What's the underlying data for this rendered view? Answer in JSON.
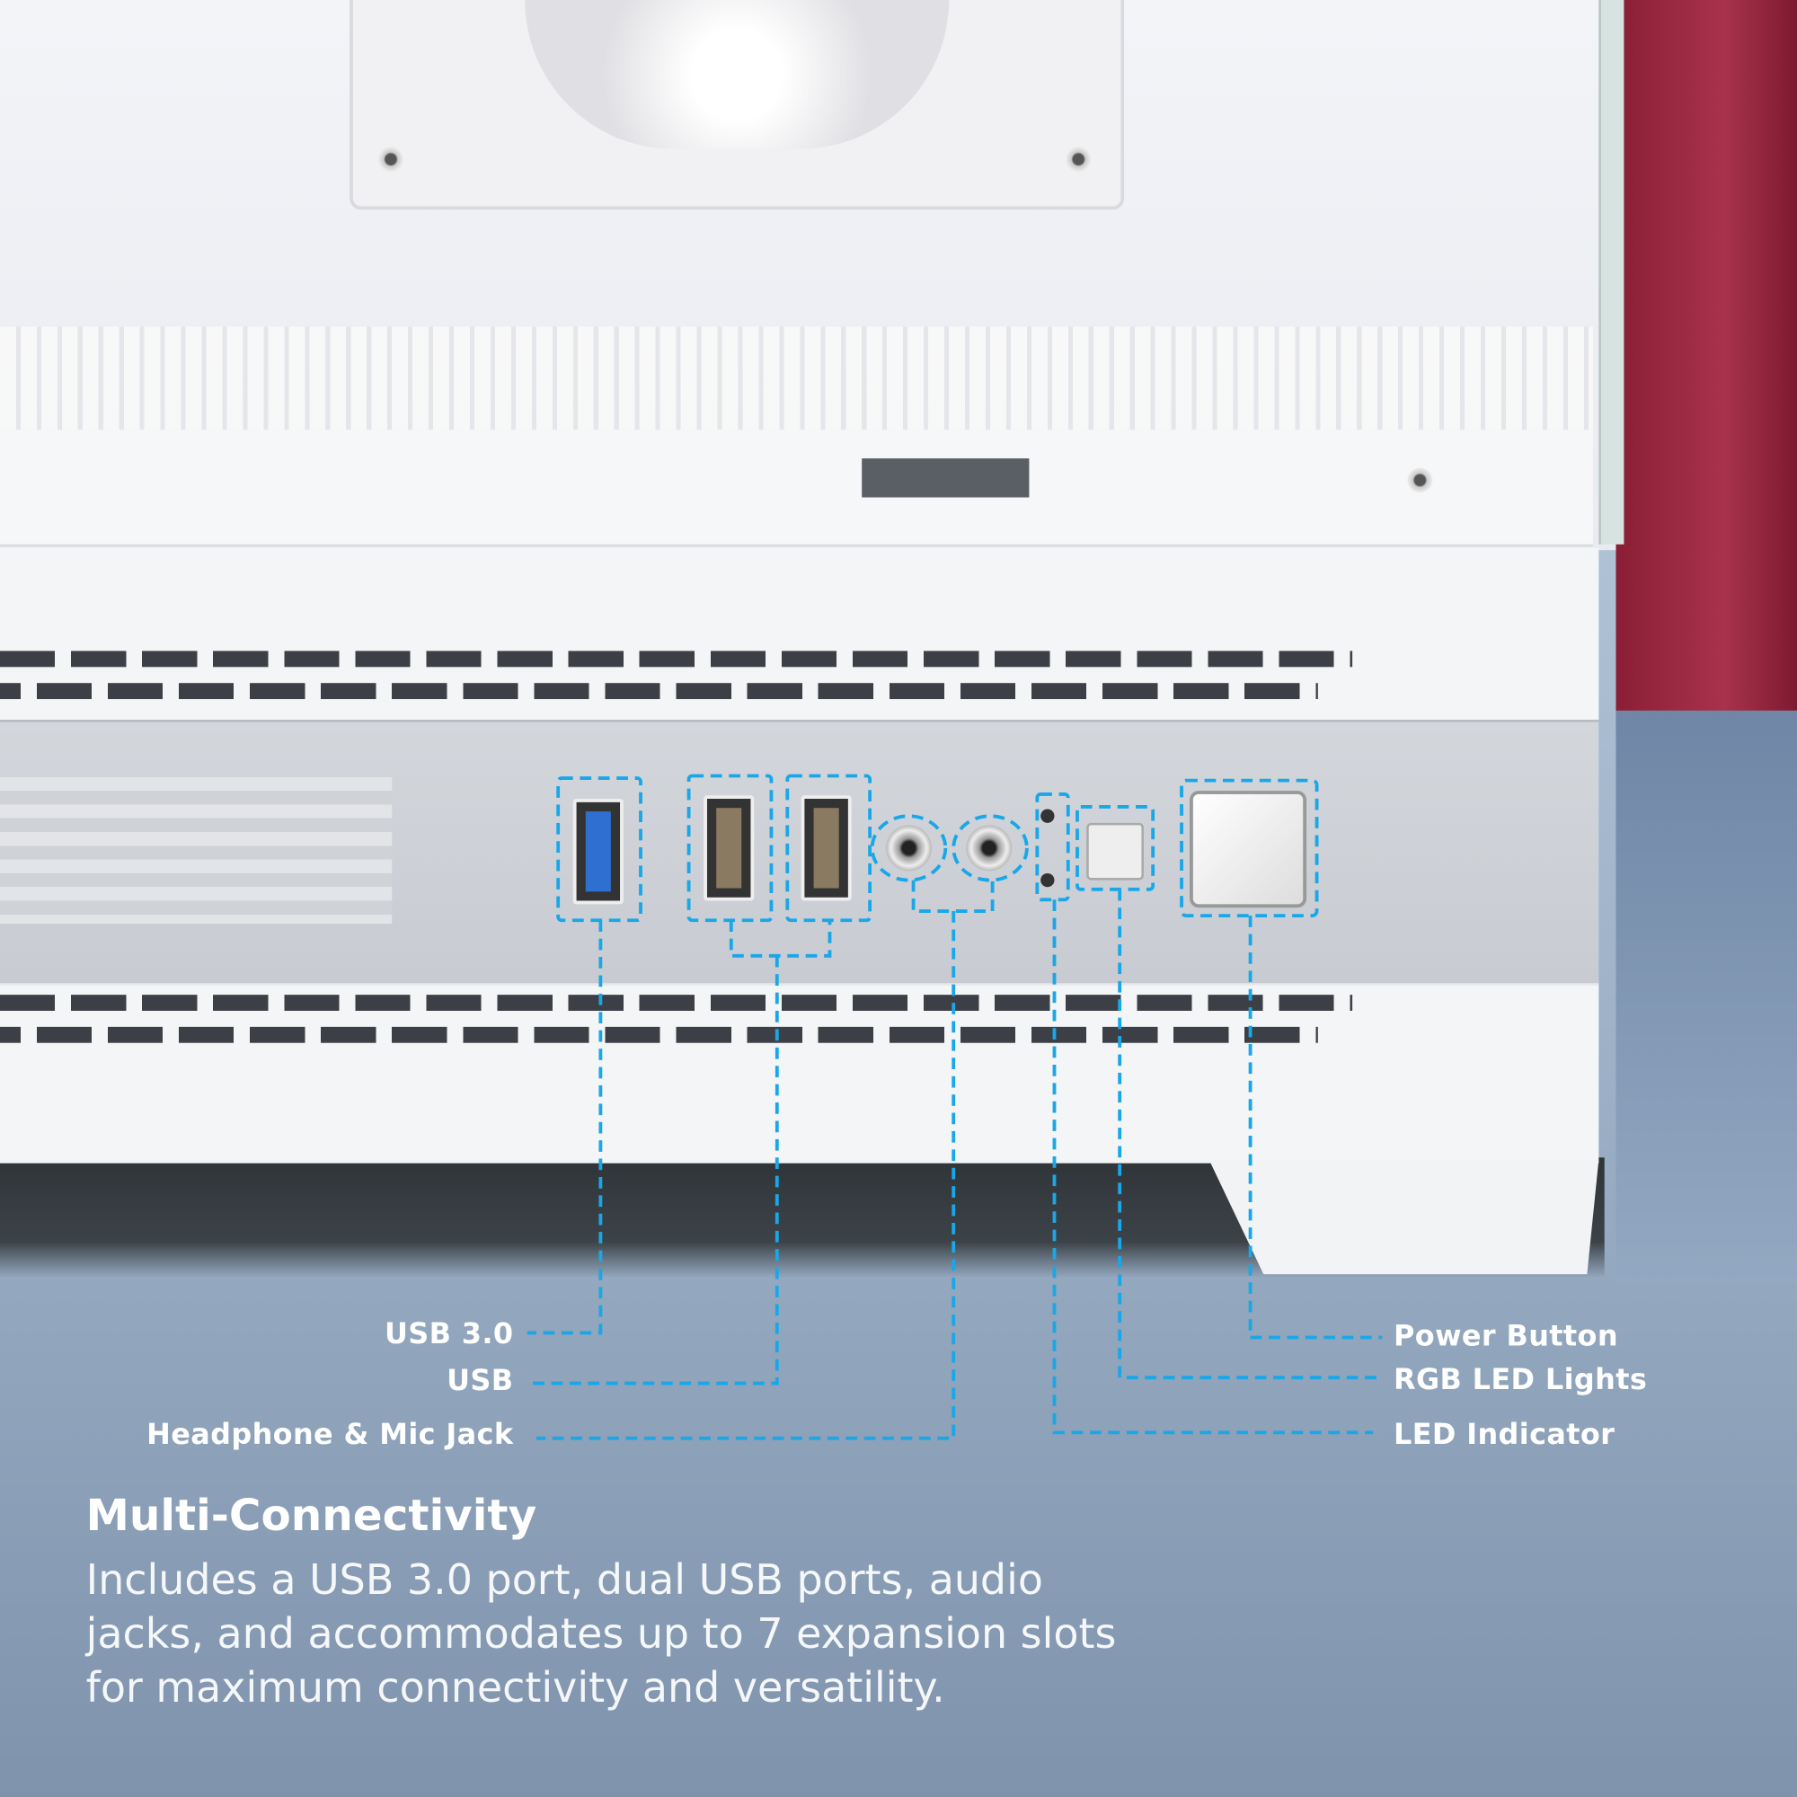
{
  "labels_left": {
    "usb3": "USB 3.0",
    "usb": "USB",
    "audio": "Headphone & Mic Jack"
  },
  "labels_right": {
    "power": "Power Button",
    "rgb": "RGB LED Lights",
    "led": "LED Indicator"
  },
  "feature": {
    "heading": "Multi-Connectivity",
    "body": "Includes a USB 3.0 port, dual USB ports, audio jacks, and accommodates up to 7 expansion slots for maximum connectivity and versatility."
  },
  "colors": {
    "callout": "#1aa7e8",
    "usb3_blue": "#2f6fcf"
  }
}
